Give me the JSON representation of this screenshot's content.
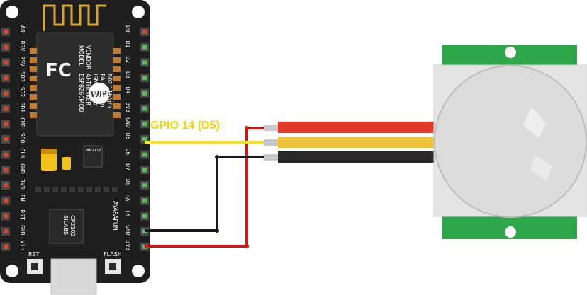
{
  "annotation": "GPIO 14 (D5)",
  "board": {
    "left_pins": [
      "A0",
      "RSV",
      "RSV",
      "SD3",
      "SD2",
      "SD1",
      "CMD",
      "SD0",
      "CLK",
      "GND",
      "3V3",
      "EN",
      "RST",
      "GND",
      "Vin"
    ],
    "right_pins": [
      "D0",
      "D1",
      "D2",
      "D3",
      "D4",
      "3V3",
      "GND",
      "D5",
      "D6",
      "D7",
      "D8",
      "RX",
      "TX",
      "GND",
      "3V3"
    ],
    "module_model": "MODEL",
    "module_vendor": "VENDOR",
    "module_model_value": "ESP8266MOD",
    "module_vendor_value": "AI-THINKER",
    "module_ism": "ISM 2.4GHz",
    "module_pa": "PA +25dBm",
    "module_std": "802.11b/g/n",
    "fc_logo": "FC",
    "wifi_logo": "WiFi",
    "chip_brand": "SILABS",
    "chip_model": "CP2102",
    "regulator": "AM1117",
    "maker": "AYARAFUN",
    "rst_label": "RST",
    "flash_label": "FLASH"
  },
  "wires": {
    "colors": {
      "vcc": "#cc1818",
      "signal": "#f5e02a",
      "gnd": "#1a1a1a"
    }
  },
  "sensor": {
    "board_color": "#2ea84a",
    "dome_color": "#dcdcdc"
  }
}
